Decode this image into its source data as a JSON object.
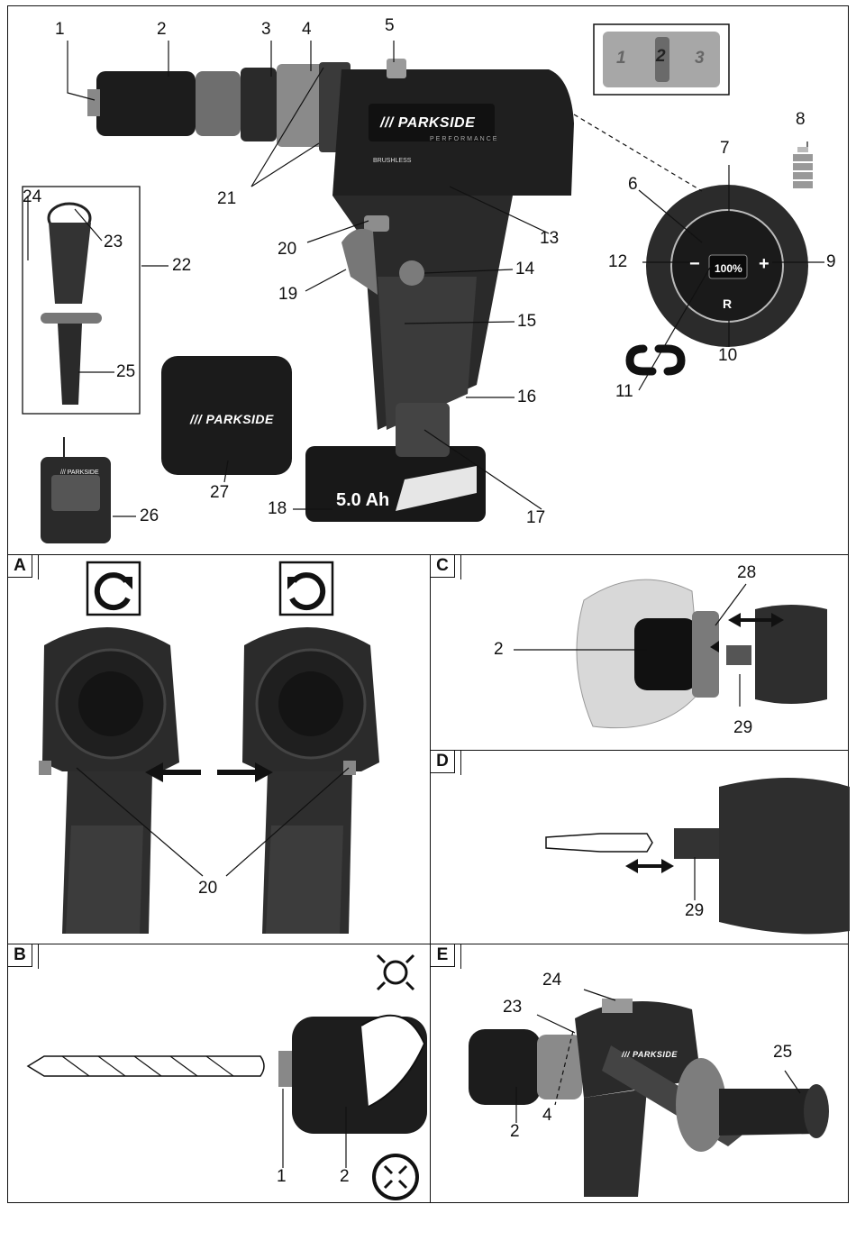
{
  "brand": "/// PARKSIDE",
  "brand_sub": "PERFORMANCE",
  "tool_badge": "BRUSHLESS",
  "battery_label": "5.0 Ah",
  "gear_selector": [
    "1",
    "2",
    "3"
  ],
  "display": {
    "minus": "−",
    "plus": "+",
    "reverse": "R",
    "percent": "100%"
  },
  "overview_labels": [
    "1",
    "2",
    "3",
    "4",
    "5",
    "6",
    "7",
    "8",
    "9",
    "10",
    "11",
    "12",
    "13",
    "14",
    "15",
    "16",
    "17",
    "18",
    "19",
    "20",
    "21",
    "22",
    "23",
    "24",
    "25",
    "26",
    "27"
  ],
  "panels": {
    "A": {
      "tag": "A",
      "labels": [
        "20"
      ]
    },
    "B": {
      "tag": "B",
      "labels": [
        "1",
        "2"
      ]
    },
    "C": {
      "tag": "C",
      "labels": [
        "2",
        "28",
        "29"
      ]
    },
    "D": {
      "tag": "D",
      "labels": [
        "29"
      ]
    },
    "E": {
      "tag": "E",
      "labels": [
        "24",
        "23",
        "4",
        "2",
        "25"
      ]
    }
  },
  "icons": [
    "rotate-clockwise-icon",
    "rotate-counterclockwise-icon",
    "chuck-open-icon",
    "chuck-close-icon",
    "double-arrow-icon",
    "battery-level-icon",
    "chain-link-icon"
  ]
}
